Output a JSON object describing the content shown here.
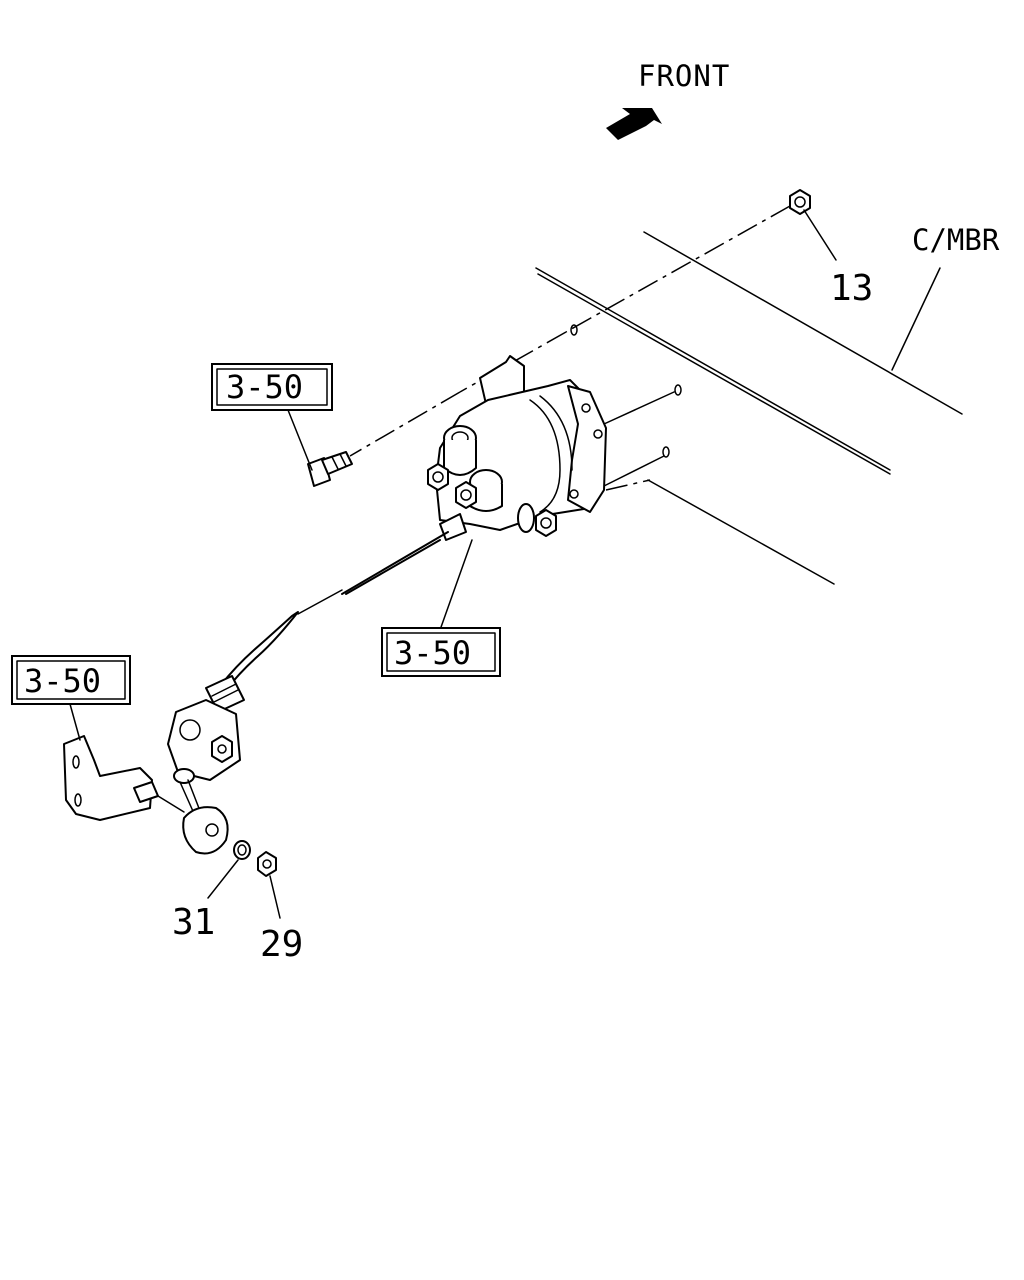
{
  "diagram": {
    "direction_label": "FRONT",
    "member_label": "C/MBR",
    "callouts": {
      "part_13": "13",
      "part_31": "31",
      "part_29": "29"
    },
    "reference_boxes": {
      "ref_upper_left": "3-50",
      "ref_center": "3-50",
      "ref_left": "3-50"
    }
  }
}
